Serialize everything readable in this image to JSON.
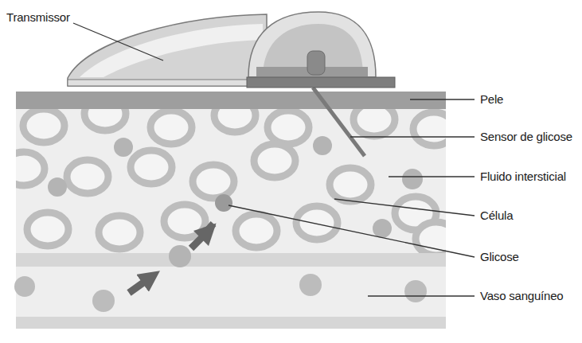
{
  "diagram": {
    "labels": [
      "Transmissor",
      "Pele",
      "Sensor de glicose",
      "Fluido intersticial",
      "Célula",
      "Glicose",
      "Vaso sanguíneo"
    ]
  }
}
